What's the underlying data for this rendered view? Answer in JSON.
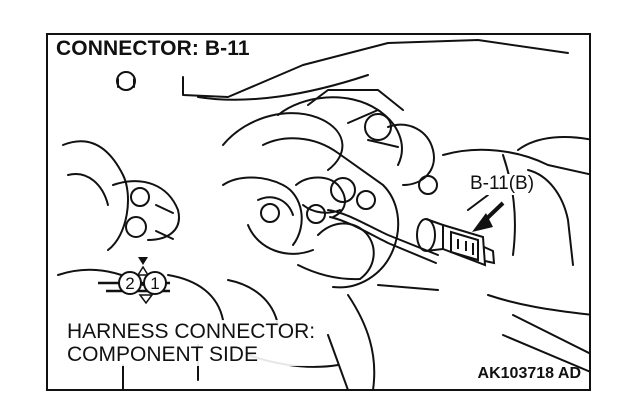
{
  "title": "CONNECTOR: B-11",
  "callout_label": "B-11(B)",
  "caption": {
    "line1": "HARNESS CONNECTOR:",
    "line2": "COMPONENT SIDE"
  },
  "pins": [
    "2",
    "1"
  ],
  "figure_code": "AK103718 AD",
  "colors": {
    "line": "#111111",
    "background": "#ffffff"
  },
  "icons": [
    "connector-pinout-icon",
    "callout-arrow-icon",
    "connector-body-icon"
  ]
}
